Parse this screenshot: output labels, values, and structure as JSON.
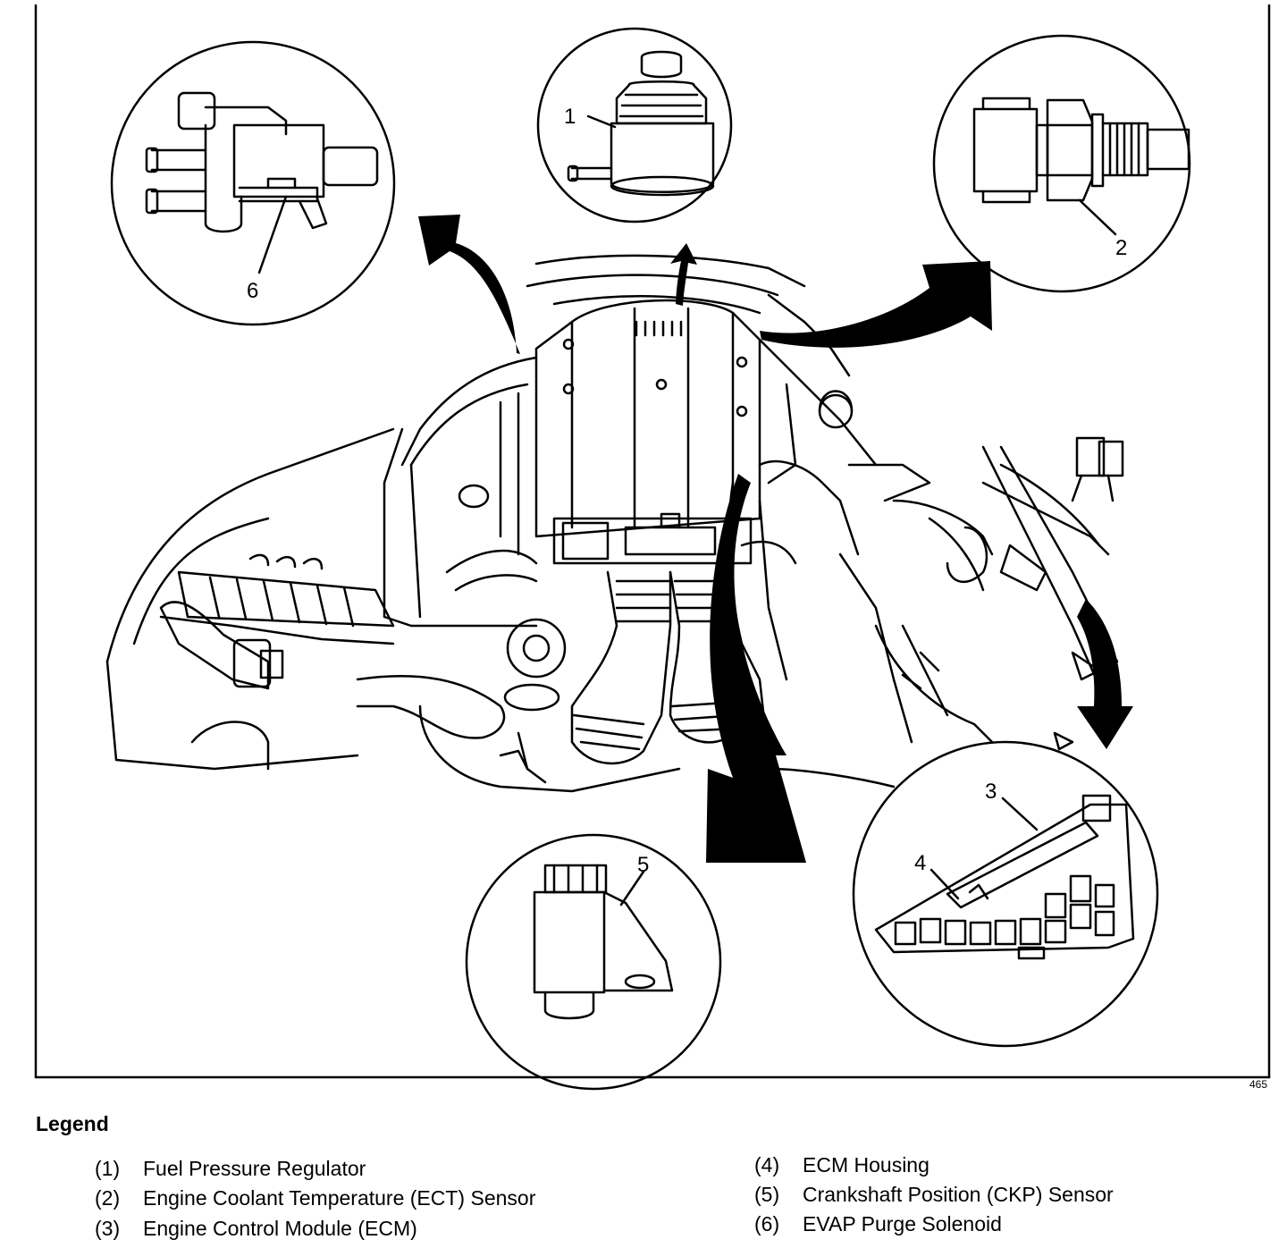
{
  "figure": {
    "id": "465",
    "callouts": [
      "1",
      "2",
      "3",
      "4",
      "5",
      "6"
    ]
  },
  "legend": {
    "title": "Legend",
    "items": [
      {
        "num": "(1)",
        "label": "Fuel Pressure Regulator"
      },
      {
        "num": "(2)",
        "label": "Engine Coolant Temperature (ECT) Sensor"
      },
      {
        "num": "(3)",
        "label": "Engine Control Module (ECM)"
      },
      {
        "num": "(4)",
        "label": "ECM Housing"
      },
      {
        "num": "(5)",
        "label": "Crankshaft Position (CKP) Sensor"
      },
      {
        "num": "(6)",
        "label": "EVAP Purge Solenoid"
      }
    ]
  }
}
